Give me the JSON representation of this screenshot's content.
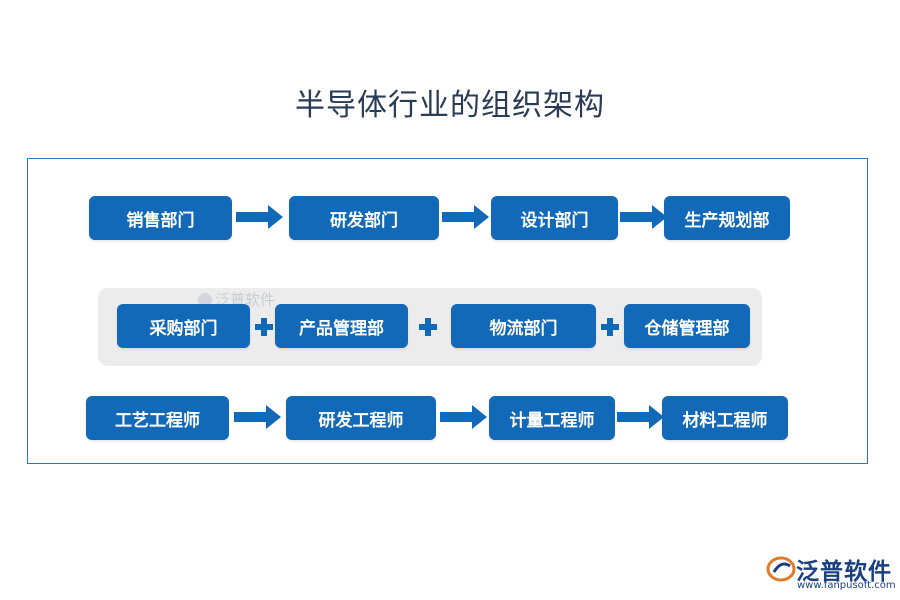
{
  "title": "半导体行业的组织架构",
  "row1": [
    "销售部门",
    "研发部门",
    "设计部门",
    "生产规划部"
  ],
  "row2": [
    "采购部门",
    "产品管理部",
    "物流部门",
    "仓储管理部"
  ],
  "row3": [
    "工艺工程师",
    "研发工程师",
    "计量工程师",
    "材料工程师"
  ],
  "watermark": "泛普软件",
  "logo": {
    "name": "泛普软件",
    "url": "www.fanpusoft.com"
  },
  "colors": {
    "box": "#1269b8",
    "frame": "#2d79c0",
    "group_bg": "#ececec"
  }
}
